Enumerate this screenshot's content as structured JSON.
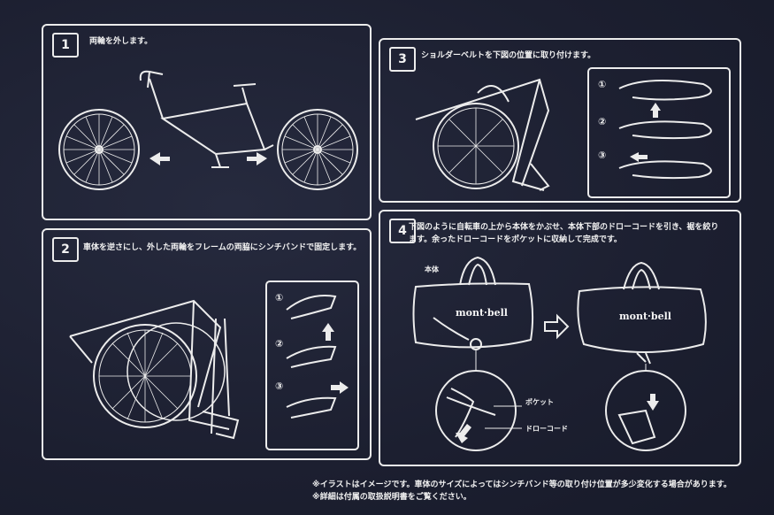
{
  "steps": [
    {
      "number": "1",
      "text": "両輪を外します。"
    },
    {
      "number": "2",
      "text": "車体を逆さにし、外した両輪をフレームの両脇にシンチバンドで固定します。"
    },
    {
      "number": "3",
      "text": "ショルダーベルトを下図の位置に取り付けます。"
    },
    {
      "number": "4",
      "text_line1": "下図のように自転車の上から本体をかぶせ、本体下部のドローコードを引き、裾を絞り",
      "text_line2": "ます。余ったドローコードをポケットに収納して完成です。"
    }
  ],
  "substeps": [
    "①",
    "②",
    "③"
  ],
  "labels": {
    "body": "本体",
    "pocket": "ポケット",
    "drawcord": "ドローコード"
  },
  "brand": "mont·bell",
  "footnotes": [
    "※イラストはイメージです。車体のサイズによってはシンチバンド等の取り付け位置が多少変化する場合があります。",
    "※詳細は付属の取扱説明書をご覧ください。"
  ],
  "colors": {
    "fabric": "#1e2133",
    "print": "#ececec"
  }
}
